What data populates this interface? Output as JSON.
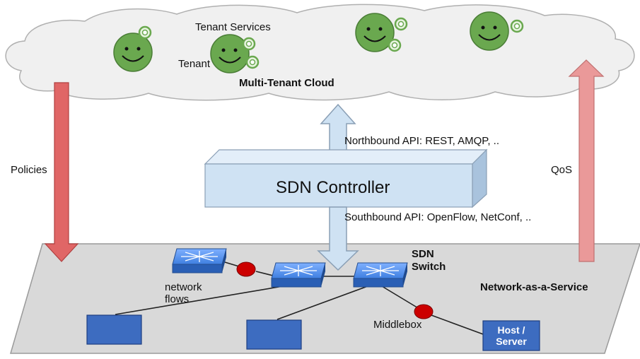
{
  "cloud": {
    "title": "Multi-Tenant Cloud",
    "tenant_services_label": "Tenant Services",
    "tenant_label": "Tenant"
  },
  "controller": {
    "label": "SDN Controller",
    "northbound_label": "Northbound API: REST, AMQP, ..",
    "southbound_label": "Southbound API: OpenFlow, NetConf, .."
  },
  "arrows": {
    "policies_label": "Policies",
    "qos_label": "QoS"
  },
  "network": {
    "title": "Network-as-a-Service",
    "sdn_switch_label_line1": "SDN",
    "sdn_switch_label_line2": "Switch",
    "flows_label_line1": "network",
    "flows_label_line2": "flows",
    "middlebox_label": "Middlebox",
    "host_label_line1": "Host /",
    "host_label_line2": "Server"
  },
  "colors": {
    "cloud_fill": "#f0f0f0",
    "plane_fill": "#d9d9d9",
    "controller_fill": "#cfe2f3",
    "down_arrow": "#e06666",
    "up_arrow": "#ea9999",
    "api_arrow": "#cfe2f3",
    "tenant_face": "#6aa84f",
    "middlebox": "#cc0000",
    "host_box": "#3d6cc0",
    "switch_blue": "#4a86e8"
  },
  "icons": [
    "smiley-tenant-icon",
    "service-bubble-icon",
    "network-switch-icon"
  ]
}
